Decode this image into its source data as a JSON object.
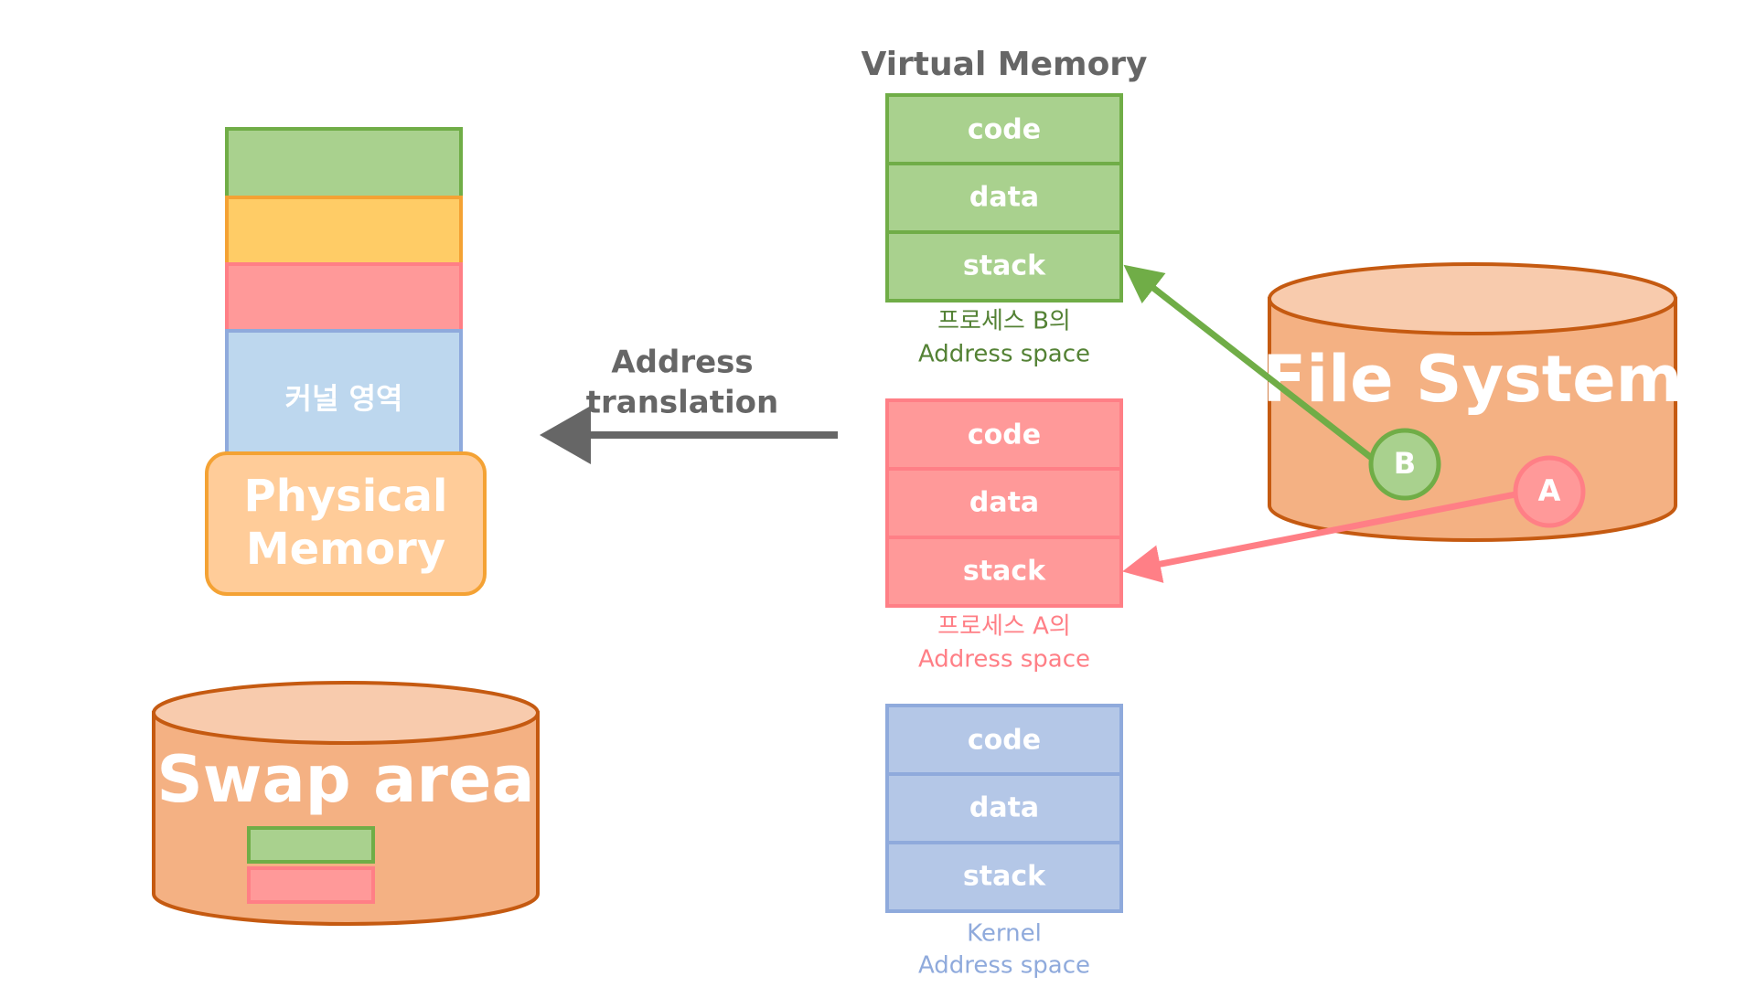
{
  "virtual_memory": {
    "title": "Virtual Memory",
    "processB": {
      "segments": [
        "code",
        "data",
        "stack"
      ],
      "caption_line1": "프로세스 B의",
      "caption_line2": "Address space"
    },
    "processA": {
      "segments": [
        "code",
        "data",
        "stack"
      ],
      "caption_line1": "프로세스 A의",
      "caption_line2": "Address space"
    },
    "kernel": {
      "segments": [
        "code",
        "data",
        "stack"
      ],
      "caption_line1": "Kernel",
      "caption_line2": "Address space"
    }
  },
  "physical_memory": {
    "kernel_region": "커널 영역",
    "label_line1": "Physical",
    "label_line2": "Memory"
  },
  "address_translation": {
    "line1": "Address",
    "line2": "translation"
  },
  "file_system": {
    "label": "File System",
    "markerB": "B",
    "markerA": "A"
  },
  "swap_area": {
    "label": "Swap area"
  },
  "colors": {
    "green_fill": "#a9d18e",
    "green_border": "#70ad47",
    "green_text": "#548235",
    "orange_fill": "#ffcc66",
    "orange_border": "#f4a234",
    "red_fill": "#ff9999",
    "red_border": "#ff7f86",
    "blue_fill": "#bdd7ee",
    "blue_border": "#8faadc",
    "kernel_block_fill": "#b4c7e7",
    "cyl_body": "#f4b183",
    "cyl_top": "#f8cbad",
    "cyl_border": "#c55a11",
    "gray": "#666666"
  }
}
